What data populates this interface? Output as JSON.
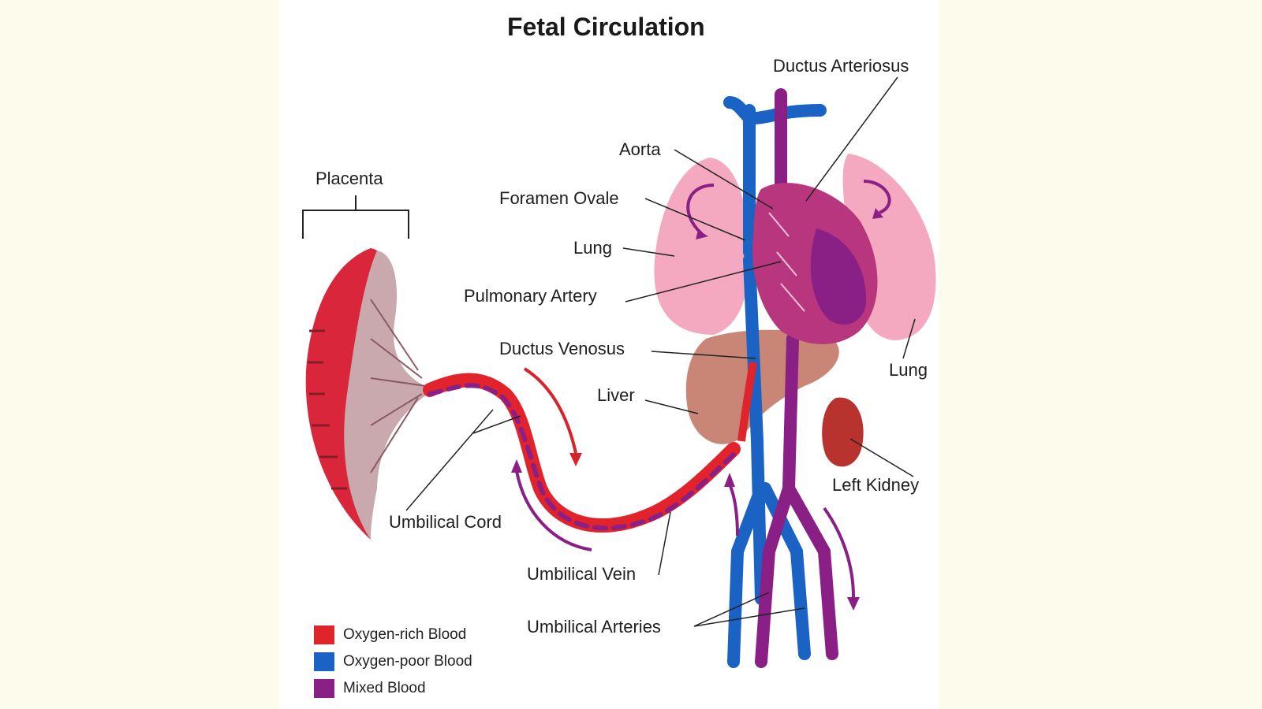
{
  "title": "Fetal Circulation",
  "labels": {
    "ductus_arteriosus": "Ductus Arteriosus",
    "aorta": "Aorta",
    "placenta": "Placenta",
    "foramen_ovale": "Foramen Ovale",
    "lung_left_side": "Lung",
    "pulmonary_artery": "Pulmonary Artery",
    "ductus_venosus": "Ductus Venosus",
    "lung_right_side": "Lung",
    "liver": "Liver",
    "left_kidney": "Left Kidney",
    "umbilical_cord": "Umbilical Cord",
    "umbilical_vein": "Umbilical Vein",
    "umbilical_arteries": "Umbilical Arteries"
  },
  "legend": [
    {
      "label": "Oxygen-rich Blood",
      "color": "#e0242b"
    },
    {
      "label": "Oxygen-poor Blood",
      "color": "#1a63c4"
    },
    {
      "label": "Mixed Blood",
      "color": "#8a1f86"
    }
  ],
  "colors": {
    "oxygen_rich": "#e0242b",
    "oxygen_poor": "#1a63c4",
    "mixed": "#8a1f86",
    "lung": "#f4a9c0",
    "liver": "#c98576",
    "heart": "#b8367e"
  }
}
